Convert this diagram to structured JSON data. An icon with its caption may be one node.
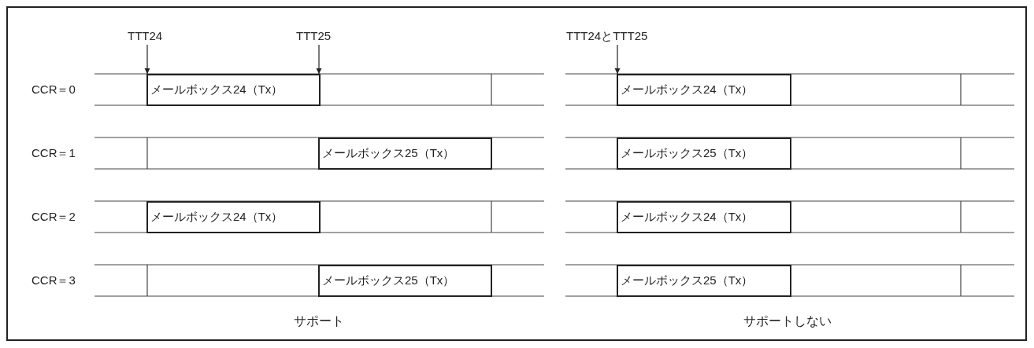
{
  "diagram": {
    "nodes": [
      {
        "text": [
          "TTT24"
        ]
      },
      {
        "text": [
          "TTT25"
        ]
      },
      {
        "text": [
          "TTT24とTTT25"
        ]
      },
      {
        "text": [
          "メールボックス24（Tx）"
        ]
      },
      {
        "text": [
          "メールボックス24（Tx）"
        ]
      },
      {
        "text": [
          "メールボックス25（Tx）"
        ]
      },
      {
        "text": [
          "メールボックス25（Tx）"
        ]
      },
      {
        "text": [
          "メールボックス24（Tx）"
        ]
      },
      {
        "text": [
          "メールボックス24（Tx）"
        ]
      },
      {
        "text": [
          "メールボックス25（Tx）"
        ]
      },
      {
        "text": [
          "メールボックス25（Tx）"
        ]
      }
    ],
    "edges": [
      {
        "from": 0,
        "to": 3,
        "arrow": "to"
      },
      {
        "from": 1,
        "to": 3,
        "arrow": "to"
      },
      {
        "from": 2,
        "to": 4,
        "arrow": "to"
      }
    ],
    "labels": [
      "CCR＝0",
      "CCR＝1",
      "CCR＝2",
      "CCR＝3",
      "サポート",
      "サポートしない"
    ]
  }
}
